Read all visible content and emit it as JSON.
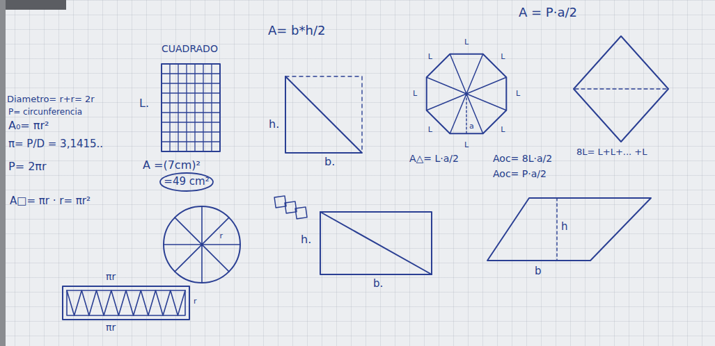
{
  "diagram": {
    "labels": [
      "A = P·a/2",
      "CUADRADO",
      "A= b*h/2",
      "Diametro= r+r= 2r",
      "P= circunferencia",
      "L.",
      "A₀= πr²",
      "π= P/D = 3,1415..",
      "P= 2πr",
      "A□= πr · r= πr²",
      "A =(7cm)²",
      "=49 cm²",
      "h.",
      "b.",
      "L",
      "L",
      "L",
      "L",
      "L",
      "L",
      "L",
      "L",
      "a",
      "A△= L·a/2",
      "Aoc= 8L·a/2",
      "Aoc= P·a/2",
      "8L= L+L+... +L",
      "h",
      "b",
      "h.",
      "b.",
      "r",
      "πr",
      "r",
      "πr"
    ]
  }
}
